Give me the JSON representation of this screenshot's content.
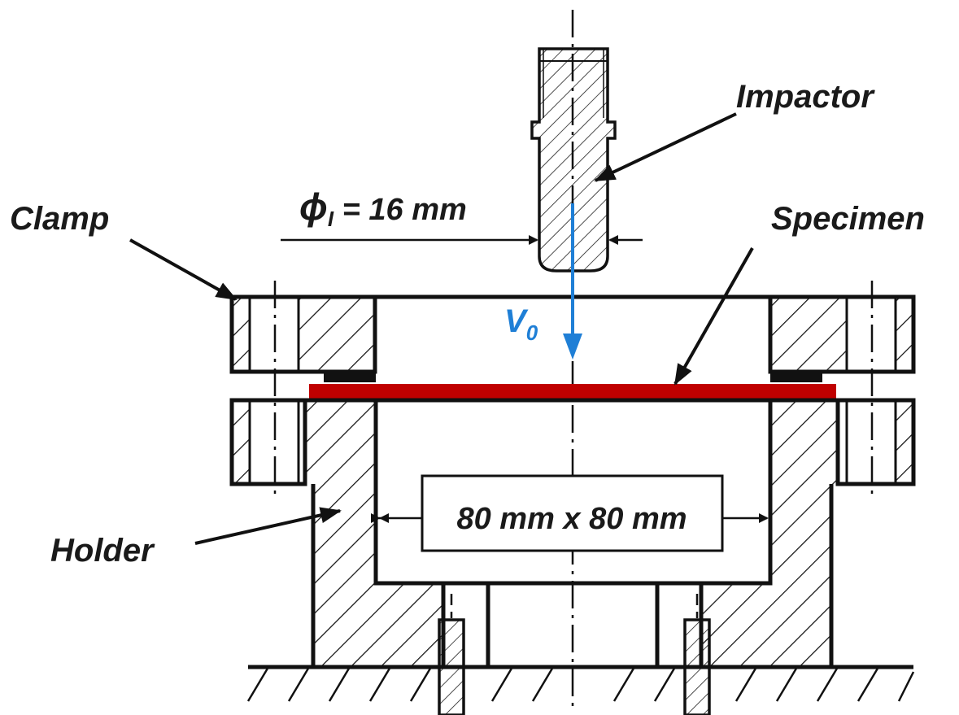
{
  "labels": {
    "impactor": "Impactor",
    "clamp": "Clamp",
    "specimen": "Specimen",
    "holder": "Holder",
    "diameter_symbol": "ϕ",
    "diameter_subscript": "I",
    "diameter_value": " = 16 mm",
    "velocity_symbol": "V",
    "velocity_subscript": "0",
    "window_size": "80 mm x 80 mm"
  },
  "colors": {
    "specimen": "#c00000",
    "velocity_arrow": "#1f7fd6",
    "lines": "#111111"
  }
}
